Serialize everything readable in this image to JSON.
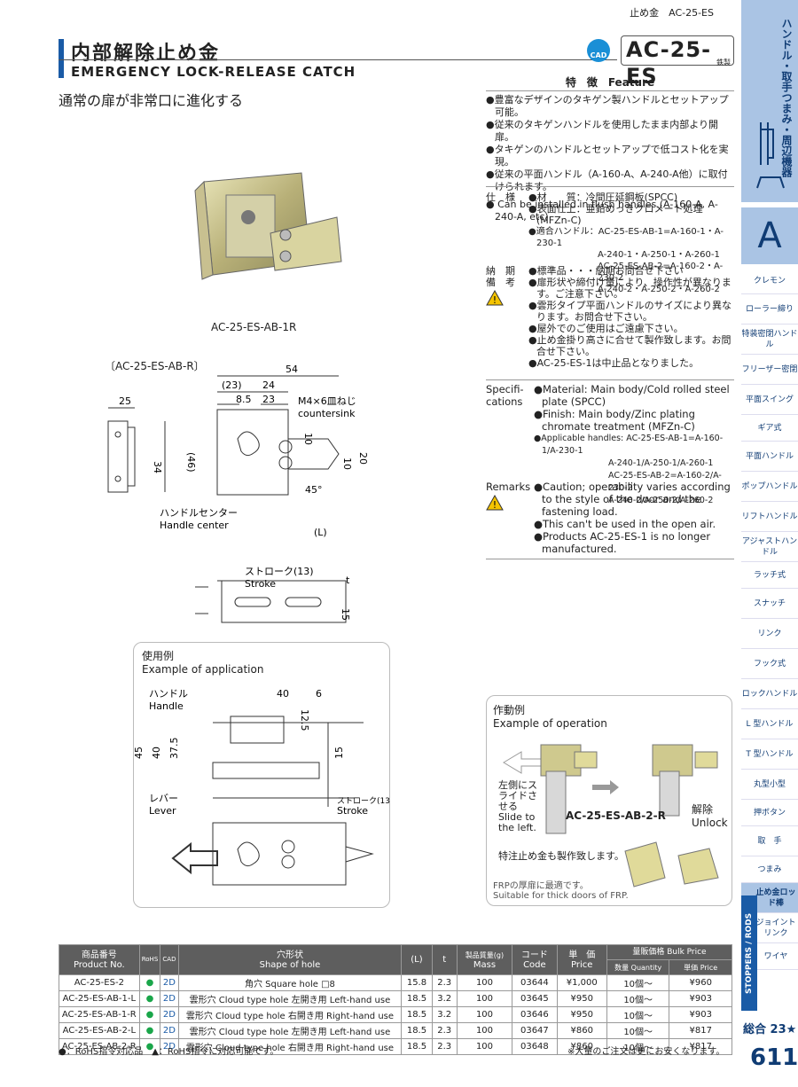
{
  "header": {
    "top_code": "止め金　AC-25-ES",
    "title_jp": "内部解除止め金",
    "title_en": "EMERGENCY  LOCK-RELEASE  CATCH",
    "catchphrase": "通常の扉が非常口に進化する",
    "cad_badge": "CAD",
    "product_code": "AC-25-ES",
    "code_sub": "鉄製"
  },
  "sidebar": {
    "top_text": "ハンドル・取手つまみ・周辺機器",
    "section_letter": "A",
    "items": [
      "クレモン",
      "ローラー締り",
      "特装密閉ハンドル",
      "フリーザー密閉",
      "平面スイング",
      "ギア式",
      "平面ハンドル",
      "ポップハンドル",
      "リフトハンドル",
      "アジャストハンドル",
      "ラッチ式",
      "スナッチ",
      "リンク",
      "フック式",
      "ロックハンドル",
      "L 型ハンドル",
      "T 型ハンドル",
      "丸型小型",
      "押ボタン",
      "取　手",
      "つまみ",
      "止め金ロッド棒",
      "ジョイントリンク",
      "ワイヤ"
    ],
    "vertical_label": "STOPPERS / RODS",
    "total": "総合 23★",
    "page": "611"
  },
  "features": {
    "heading": "特　徴　Feature",
    "jp": [
      "●豊富なデザインのタキゲン製ハンドルとセットアップ可能。",
      "●従来のタキゲンハンドルを使用したまま内部より開扉。",
      "●タキゲンのハンドルとセットアップで低コスト化を実現。",
      "●従来の平面ハンドル（A-160-A、A-240-A他）に取付けられます。"
    ],
    "en": "● Can be installed in flush handles.(A-160-A, A-240-A, etc)"
  },
  "spec_jp": {
    "label": "仕　様",
    "lines": [
      "●材　　質：冷間圧延鋼板(SPCC)",
      "●表面仕上：亜鉛めっきクロメート処理(MFZn-C)",
      "●適合ハンドル：AC-25-ES-AB-1=A-160-1・A-230-1",
      "A-240-1・A-250-1・A-260-1",
      "AC-25-ES-AB-2=A-160-2・A-230-2",
      "A-240-2・A-250-2・A-260-2"
    ]
  },
  "delivery": {
    "label1": "納　期",
    "label2": "備　考",
    "lines": [
      "●標準品・・・納期お問合せ下さい",
      "●扉形状や締付け量により、操作性が異なります。ご注意下さい。",
      "●雲形タイプ平面ハンドルのサイズにより異なります。お問合せ下さい。",
      "●屋外でのご使用はご遠慮下さい。",
      "●止め金掛り高さに合せて製作致します。お問合せ下さい。",
      "●AC-25-ES-1は中止品となりました。"
    ]
  },
  "spec_en": {
    "label": "Specifi-cations",
    "lines": [
      "●Material: Main body/Cold rolled steel plate (SPCC)",
      "●Finish: Main body/Zinc plating chromate treatment (MFZn-C)",
      "●Applicable handles: AC-25-ES-AB-1=A-160-1/A-230-1",
      "A-240-1/A-250-1/A-260-1",
      "AC-25-ES-AB-2=A-160-2/A-230-2",
      "A-240-2/A-250-2/A-260-2"
    ]
  },
  "remarks_en": {
    "label": "Remarks",
    "lines": [
      "●Caution; operability varies according to the style of the door and the fastening load.",
      "●This can't be used in the open air.",
      "●Products AC-25-ES-1 is no longer manufactured."
    ]
  },
  "photo": {
    "caption": "AC-25-ES-AB-1R"
  },
  "drawing": {
    "label": "〔AC-25-ES-AB-R〕",
    "dims": {
      "d54": "54",
      "d23p": "(23)",
      "d24": "24",
      "d85": "8.5",
      "d23": "23",
      "d25": "25",
      "d34": "34",
      "d46": "(46)",
      "d10": "10",
      "d20": "20",
      "d45": "45°",
      "dL": "(L)",
      "d15": "15",
      "dt": "t",
      "screw": "M4×6皿ねじ",
      "screw_en": "countersink",
      "stroke": "ストローク(13)",
      "stroke_en": "Stroke",
      "hc": "ハンドルセンター",
      "hc_en": "Handle center"
    }
  },
  "application": {
    "title_jp": "使用例",
    "title_en": "Example of application",
    "handle_jp": "ハンドル",
    "handle_en": "Handle",
    "lever_jp": "レバー",
    "lever_en": "Lever",
    "stroke": "ストローク(13)",
    "stroke_en": "Stroke",
    "d40": "40",
    "d6": "6",
    "d125": "12.5",
    "d45": "45",
    "d40b": "40",
    "d375": "37.5",
    "d15": "15"
  },
  "operation": {
    "title_jp": "作動例",
    "title_en": "Example of operation",
    "slide_jp": "左側にスライドさせる",
    "slide_en": "Slide to the left.",
    "model": "AC-25-ES-AB-2-R",
    "unlock_jp": "解除",
    "unlock_en": "Unlock",
    "special": "特注止め金も製作致します。",
    "frp_jp": "FRPの厚扉に最適です。",
    "frp_en": "Suitable for thick doors of FRP."
  },
  "table": {
    "headers": {
      "product_jp": "商品番号",
      "product_en": "Product No.",
      "rohs": "RoHS",
      "cad": "CAD",
      "shape_jp": "穴形状",
      "shape_en": "Shape of hole",
      "L": "(L)",
      "t": "t",
      "mass_jp": "製品質量(g)",
      "mass_en": "Mass",
      "code_jp": "コード",
      "code_en": "Code",
      "price_jp": "単　価",
      "price_en": "Price",
      "bulk": "量販価格 Bulk Price",
      "qty": "数量 Quantity",
      "unit": "単価 Price"
    },
    "rows": [
      {
        "product": "AC-25-ES-2",
        "rohs": "●",
        "cad": "2D",
        "shape": "角穴 Square hole □8",
        "L": "15.8",
        "t": "2.3",
        "mass": "100",
        "code": "03644",
        "price": "¥1,000",
        "qty": "10個～",
        "bulk": "¥960"
      },
      {
        "product": "AC-25-ES-AB-1-L",
        "rohs": "●",
        "cad": "2D",
        "shape": "雲形穴 Cloud type hole 左開き用 Left-hand use",
        "L": "18.5",
        "t": "3.2",
        "mass": "100",
        "code": "03645",
        "price": "¥950",
        "qty": "10個～",
        "bulk": "¥903"
      },
      {
        "product": "AC-25-ES-AB-1-R",
        "rohs": "●",
        "cad": "2D",
        "shape": "雲形穴 Cloud type hole 右開き用 Right-hand use",
        "L": "18.5",
        "t": "3.2",
        "mass": "100",
        "code": "03646",
        "price": "¥950",
        "qty": "10個～",
        "bulk": "¥903"
      },
      {
        "product": "AC-25-ES-AB-2-L",
        "rohs": "●",
        "cad": "2D",
        "shape": "雲形穴 Cloud type hole 左開き用 Left-hand use",
        "L": "18.5",
        "t": "2.3",
        "mass": "100",
        "code": "03647",
        "price": "¥860",
        "qty": "10個～",
        "bulk": "¥817"
      },
      {
        "product": "AC-25-ES-AB-2-R",
        "rohs": "●",
        "cad": "2D",
        "shape": "雲形穴 Cloud type hole 右開き用 Right-hand use",
        "L": "18.5",
        "t": "2.3",
        "mass": "100",
        "code": "03648",
        "price": "¥860",
        "qty": "10個～",
        "bulk": "¥817"
      }
    ],
    "note_left": "●：RoHS指令対応品　▲：RoHS指令に対応可能です。",
    "note_right": "※大量のご注文は更にお安くなります。"
  },
  "colors": {
    "brand": "#1a5ba6",
    "sidebar": "#aac4e4",
    "rohs": "#1aa64a"
  }
}
